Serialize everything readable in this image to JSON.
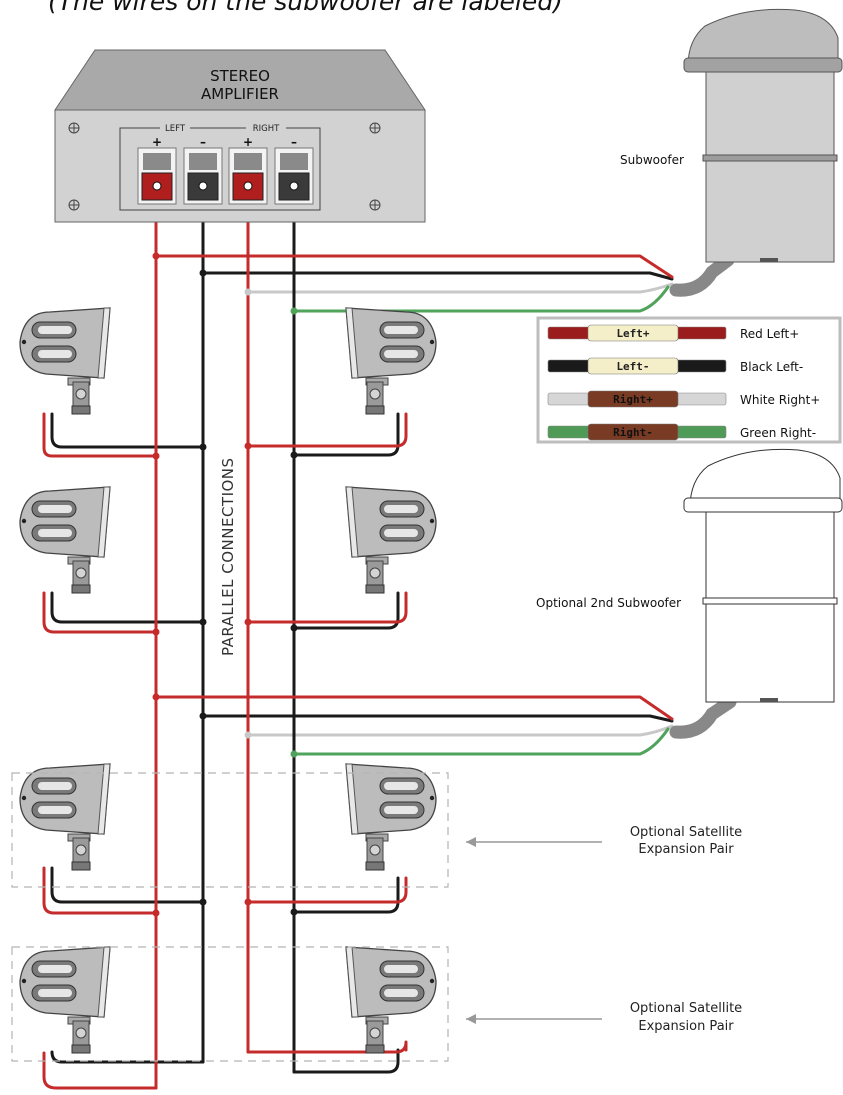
{
  "title": "(The wires on the subwoofer are labeled)",
  "amplifier": {
    "label_line1": "STEREO",
    "label_line2": "AMPLIFIER",
    "channel_left": "LEFT",
    "channel_right": "RIGHT",
    "plus": "+",
    "minus": "–"
  },
  "subwoofer_1_label": "Subwoofer",
  "subwoofer_2_label": "Optional 2nd Subwoofer",
  "parallel_label": "PARALLEL CONNECTIONS",
  "legend": [
    {
      "tag": "Left+",
      "label": "Red Left+",
      "color": "#9b1c1c",
      "tag_bg": "#f4efc9",
      "tag_fg": "#222222"
    },
    {
      "tag": "Left-",
      "label": "Black Left-",
      "color": "#1a1a1a",
      "tag_bg": "#f4efc9",
      "tag_fg": "#222222"
    },
    {
      "tag": "Right+",
      "label": "White Right+",
      "color": "#d6d6d6",
      "tag_bg": "#7a3b24",
      "tag_fg": "#111111"
    },
    {
      "tag": "Right-",
      "label": "Green Right-",
      "color": "#4f9a57",
      "tag_bg": "#7a3b24",
      "tag_fg": "#111111"
    }
  ],
  "expansion_1_line1": "Optional Satellite",
  "expansion_1_line2": "Expansion Pair",
  "expansion_2_line1": "Optional Satellite",
  "expansion_2_line2": "Expansion Pair",
  "colors": {
    "red": "#c62b2b",
    "black": "#1a1a1a",
    "white": "#c8c8c8",
    "green": "#4fa35a",
    "amp_body": "#d2d2d2",
    "speaker_body": "#bcbcbc"
  }
}
